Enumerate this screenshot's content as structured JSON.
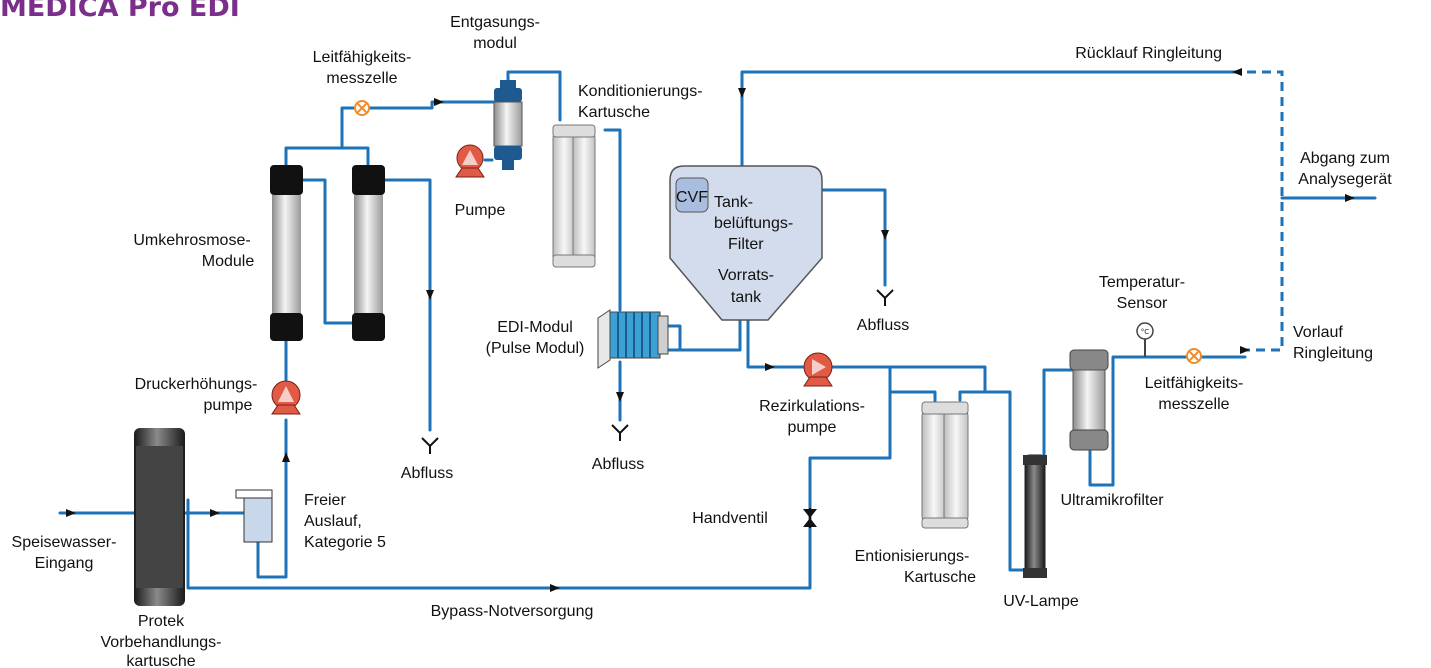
{
  "title": "MEDICA Pro EDI",
  "colors": {
    "title": "#7a2f8a",
    "pipe": "#1e73b8",
    "pump": "#e05a45",
    "tank": "#d3dcec",
    "edi": "#3aa0d6"
  },
  "labels": {
    "entgasung_1": "Entgasungs-",
    "entgasung_2": "modul",
    "leitf1_1": "Leitfähigkeits-",
    "leitf1_2": "messzelle",
    "kond_1": "Konditionierungs-",
    "kond_2": "Kartusche",
    "ruecklauf": "Rücklauf Ringleitung",
    "abgang_1": "Abgang zum",
    "abgang_2": "Analysegerät",
    "cvf": "CVF",
    "tank_1": "Tank-",
    "tank_2": "belüftungs-",
    "tank_3": "Filter",
    "vorrat_1": "Vorrats-",
    "vorrat_2": "tank",
    "pumpe": "Pumpe",
    "umkehr_1": "Umkehrosmose-",
    "umkehr_2": "Module",
    "edi_1": "EDI-Modul",
    "edi_2": "(Pulse Modul)",
    "abfluss_1": "Abfluss",
    "abfluss_2": "Abfluss",
    "abfluss_3": "Abfluss",
    "temp_1": "Temperatur-",
    "temp_2": "Sensor",
    "temp_symbol": "°C",
    "vorlauf_1": "Vorlauf",
    "vorlauf_2": "Ringleitung",
    "druck_1": "Druckerhöhungs-",
    "druck_2": "pumpe",
    "rezirk_1": "Rezirkulations-",
    "rezirk_2": "pumpe",
    "leitf2_1": "Leitfähigkeits-",
    "leitf2_2": "messzelle",
    "freier_1": "Freier",
    "freier_2": "Auslauf,",
    "freier_3": "Kategorie 5",
    "handventil": "Handventil",
    "ultra": "Ultramikrofilter",
    "speise_1": "Speisewasser-",
    "speise_2": "Eingang",
    "ention_1": "Entionisierungs-",
    "ention_2": "Kartusche",
    "uv": "UV-Lampe",
    "bypass": "Bypass-Notversorgung",
    "protek_1": "Protek",
    "protek_2": "Vorbehandlungs-",
    "protek_3": "kartusche"
  }
}
